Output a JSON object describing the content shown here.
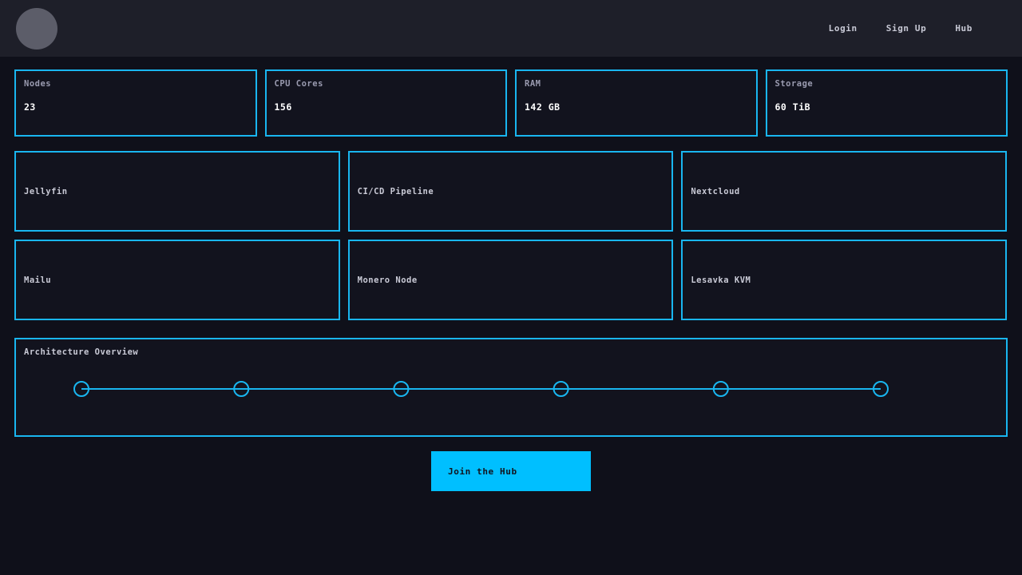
{
  "theme": {
    "accent": "#19b6f0",
    "cta_bg": "#00bfff",
    "page_bg": "#0f101a",
    "header_bg": "#1e1f29",
    "panel_bg": "#12131e",
    "label_color": "#9a9bb0",
    "text_color": "#c9cad6"
  },
  "header": {
    "avatar_label": "user-avatar",
    "nav": [
      {
        "label": "Login"
      },
      {
        "label": "Sign Up"
      },
      {
        "label": "Hub"
      }
    ]
  },
  "stats": [
    {
      "label": "Nodes",
      "value": "23"
    },
    {
      "label": "CPU Cores",
      "value": "156"
    },
    {
      "label": "RAM",
      "value": "142 GB"
    },
    {
      "label": "Storage",
      "value": "60 TiB"
    }
  ],
  "services": [
    {
      "name": "Jellyfin"
    },
    {
      "name": "CI/CD Pipeline"
    },
    {
      "name": "Nextcloud"
    },
    {
      "name": "Mailu"
    },
    {
      "name": "Monero Node"
    },
    {
      "name": "Lesavka KVM"
    }
  ],
  "architecture": {
    "title": "Architecture Overview",
    "node_count": 6,
    "node_radius": 9,
    "line_color": "#19b6f0"
  },
  "cta": {
    "label": "Join the Hub"
  }
}
